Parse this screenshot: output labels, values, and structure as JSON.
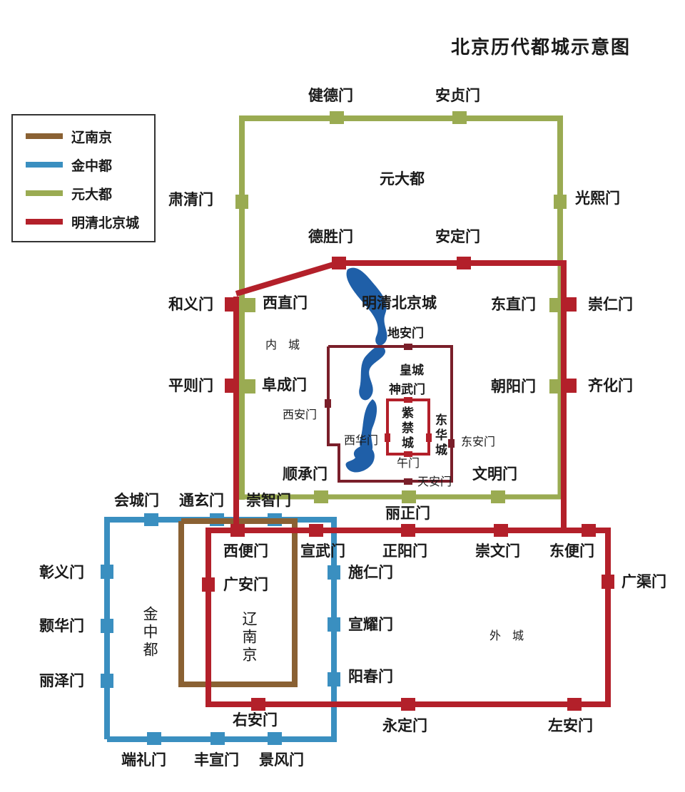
{
  "title": "北京历代都城示意图",
  "legend": [
    {
      "label": "辽南京",
      "color": "#8a6133"
    },
    {
      "label": "金中都",
      "color": "#3a8fc0"
    },
    {
      "label": "元大都",
      "color": "#9aab52"
    },
    {
      "label": "明清北京城",
      "color": "#b3202a"
    }
  ],
  "colors": {
    "liao": "#8a6133",
    "jin": "#3a8fc0",
    "yuan": "#9aab52",
    "mingqing": "#b3202a",
    "imperial": "#7a1f2a",
    "water": "#1f5fa8"
  },
  "region_labels": {
    "yuan_dadu": "元大都",
    "mingqing_city": "明清北京城",
    "inner_city": "内　城",
    "outer_city": "外　城",
    "imperial_city": "皇城",
    "forbidden_city": "紫禁城",
    "donghua_city": "东华城",
    "jin_zhongdu": "金中都",
    "liao_nanjing": "辽南京"
  },
  "gates": {
    "yuan": {
      "jiande": "健德门",
      "anzhen": "安贞门",
      "suqing": "肃清门",
      "guangxi": "光熙门",
      "xizhi": "西直门",
      "dongzhi": "东直门",
      "fucheng": "阜成门",
      "chaoyang": "朝阳门",
      "shuncheng": "顺承门",
      "lizheng": "丽正门",
      "wenming": "文明门"
    },
    "mingqing": {
      "desheng": "德胜门",
      "anding": "安定门",
      "heyi": "和义门",
      "chongren": "崇仁门",
      "pingze": "平则门",
      "qihua": "齐化门",
      "xibian": "西便门",
      "xuanwu": "宣武门",
      "zhengyang": "正阳门",
      "chongwen": "崇文门",
      "dongbian": "东便门",
      "guangqu": "广渠门",
      "guangan": "广安门",
      "youan": "右安门",
      "yongding": "永定门",
      "zuoan": "左安门"
    },
    "imperial": {
      "dian": "地安门",
      "shenwu": "神武门",
      "xian": "西安门",
      "xihua": "西华门",
      "donghua_an": "东安门",
      "wumen": "午门",
      "tianan": "天安门"
    },
    "jin": {
      "huicheng": "会城门",
      "tongxuan": "通玄门",
      "chongzhi": "崇智门",
      "zhangyi": "彰义门",
      "haohua": "颢华门",
      "lize": "丽泽门",
      "shiren": "施仁门",
      "xuanyao": "宣耀门",
      "yangchun": "阳春门",
      "duanli": "端礼门",
      "fengxuan": "丰宣门",
      "jingfeng": "景风门"
    }
  }
}
